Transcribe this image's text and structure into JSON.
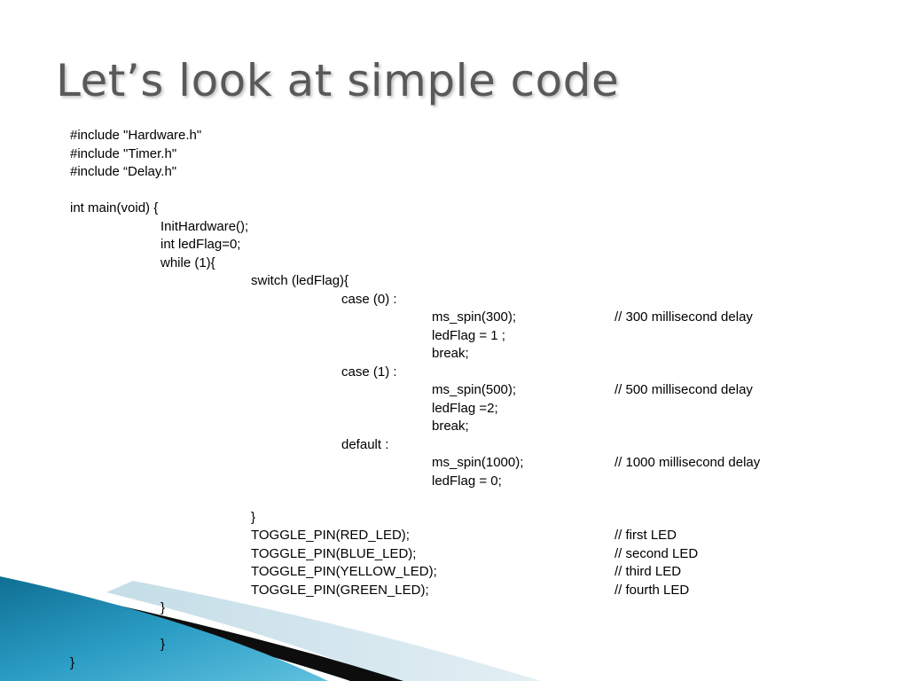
{
  "slide": {
    "title": "Let’s look at simple code",
    "colors": {
      "title": "#595959",
      "code_text": "#000000",
      "accent_teal": "#1f8fb5",
      "accent_light": "#d6e8ef",
      "accent_dark": "#0a0a0a"
    }
  },
  "code_lines": [
    {
      "indent": 0,
      "code": "#include \"Hardware.h\"",
      "comment": ""
    },
    {
      "indent": 0,
      "code": "#include \"Timer.h\"",
      "comment": ""
    },
    {
      "indent": 0,
      "code": "#include “Delay.h\"",
      "comment": ""
    },
    {
      "indent": 0,
      "code": "",
      "comment": ""
    },
    {
      "indent": 0,
      "code": "int main(void) {",
      "comment": ""
    },
    {
      "indent": 1,
      "code": "InitHardware();",
      "comment": ""
    },
    {
      "indent": 1,
      "code": "int ledFlag=0;",
      "comment": ""
    },
    {
      "indent": 1,
      "code": "while (1){",
      "comment": ""
    },
    {
      "indent": 2,
      "code": "switch (ledFlag){",
      "comment": ""
    },
    {
      "indent": 3,
      "code": "case (0) :",
      "comment": ""
    },
    {
      "indent": 4,
      "code": "ms_spin(300);",
      "comment": "// 300 millisecond delay"
    },
    {
      "indent": 4,
      "code": "ledFlag = 1 ;",
      "comment": ""
    },
    {
      "indent": 4,
      "code": "break;",
      "comment": ""
    },
    {
      "indent": 3,
      "code": "case (1) :",
      "comment": ""
    },
    {
      "indent": 4,
      "code": "ms_spin(500);",
      "comment": "// 500 millisecond delay"
    },
    {
      "indent": 4,
      "code": "ledFlag =2;",
      "comment": ""
    },
    {
      "indent": 4,
      "code": "break;",
      "comment": ""
    },
    {
      "indent": 3,
      "code": "default :",
      "comment": ""
    },
    {
      "indent": 4,
      "code": "ms_spin(1000);",
      "comment": "// 1000 millisecond delay"
    },
    {
      "indent": 4,
      "code": "ledFlag = 0;",
      "comment": ""
    },
    {
      "indent": 0,
      "code": "",
      "comment": ""
    },
    {
      "indent": 2,
      "code": "}",
      "comment": ""
    },
    {
      "indent": 2,
      "code": "TOGGLE_PIN(RED_LED);",
      "comment": "// first LED"
    },
    {
      "indent": 2,
      "code": "TOGGLE_PIN(BLUE_LED);",
      "comment": "// second LED"
    },
    {
      "indent": 2,
      "code": "TOGGLE_PIN(YELLOW_LED);",
      "comment": "// third LED"
    },
    {
      "indent": 2,
      "code": "TOGGLE_PIN(GREEN_LED);",
      "comment": "// fourth LED"
    },
    {
      "indent": 1,
      "code": "}",
      "comment": ""
    },
    {
      "indent": 0,
      "code": "",
      "comment": ""
    },
    {
      "indent": 1,
      "code": "}",
      "comment": ""
    },
    {
      "indent": 0,
      "code": "}",
      "comment": ""
    }
  ]
}
